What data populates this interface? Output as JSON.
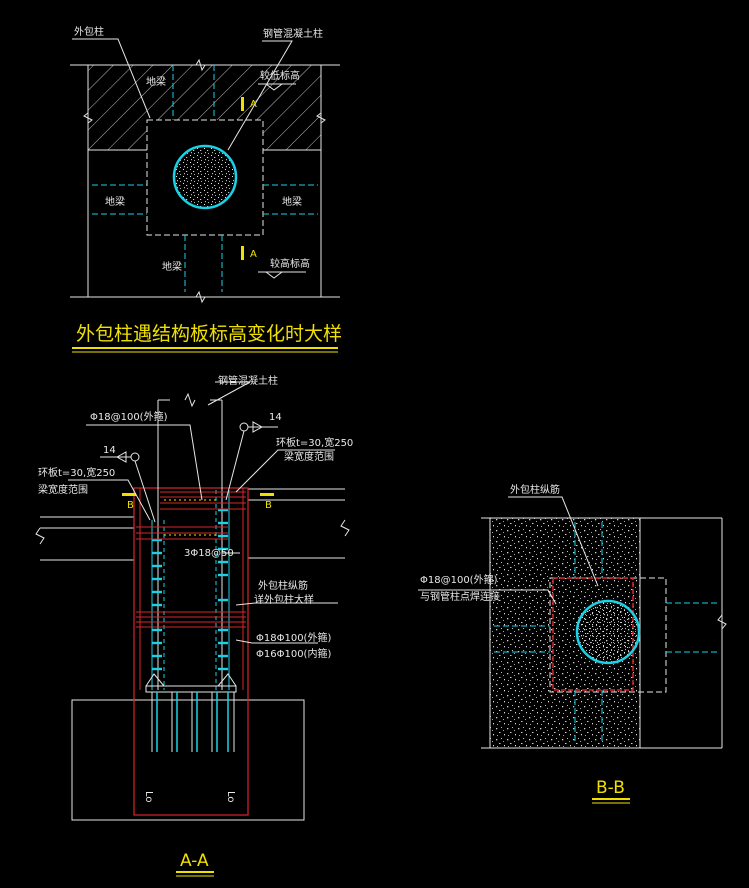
{
  "title_plan": "外包柱遇结构板标高变化时大样",
  "section_aa": "A-A",
  "section_bb": "B-B",
  "plan": {
    "outer_column": "外包柱",
    "steel_column": "钢管混凝土柱",
    "ground_beam": "地梁",
    "low_elev": "较低标高",
    "high_elev": "较高标高",
    "section_mark": "A"
  },
  "aa": {
    "steel_column": "钢管混凝土柱",
    "stirrup_outer": "Φ18@100(外箍)",
    "weld_size": "14",
    "ring_plate": "环板t=30,宽250",
    "beam_width_range": "梁宽度范围",
    "stud": "3Φ18@50",
    "long_rebar": "外包柱纵筋",
    "see_detail": "详外包柱大样",
    "stirrup_outer_2": "Φ18Φ100(外箍)",
    "stirrup_inner": "Φ16Φ100(内箍)",
    "mark_b": "B",
    "lo": "Lo"
  },
  "bb": {
    "long_rebar": "外包柱纵筋",
    "stirrup_outer": "Φ18@100(外箍)",
    "weld_note": "与钢管柱点焊连接"
  },
  "colors": {
    "background": "#000000",
    "line": "#e6e6e6",
    "cyan": "#19d2e6",
    "red": "#d9262b",
    "yellow": "#f0e000"
  }
}
